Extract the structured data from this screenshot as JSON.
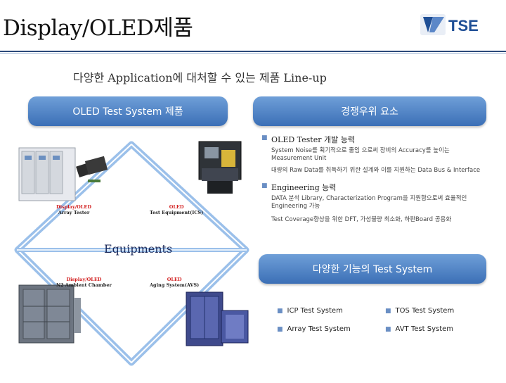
{
  "title": "Display/OLED제품",
  "logo": {
    "text": "TSE"
  },
  "subtitle": "다양한 Application에 대처할 수 있는 제품 Line-up",
  "left_panel": {
    "header": "OLED Test System 제품",
    "center_label": "Equipments",
    "equipment": [
      {
        "line1": "Display/OLED",
        "line2": "Array Tester"
      },
      {
        "line1": "OLED",
        "line2": "Test Equipment(ICS)"
      },
      {
        "line1": "Display/OLED",
        "line2": "N2 Ambient Chamber"
      },
      {
        "line1": "OLED",
        "line2": "Aging System(AVS)"
      }
    ]
  },
  "right_panel": {
    "header": "경쟁우위 요소",
    "items": [
      {
        "heading": "OLED Tester 개발 능력",
        "paras": [
          "System Noise를 획기적으로 줄임 으로써 장비의 Accuracy를 높이는 Measurement Unit",
          "대량의 Raw Data를 취득하기 위한 설계와 이를 지원하는 Data Bus & Interface"
        ]
      },
      {
        "heading": "Engineering 능력",
        "paras": [
          "DATA 분석 Library, Characterization Program을 지원함으로써 효율적인 Engineering 가능",
          "Test Coverage향상을 위한 DFT, 가성불량 최소화, 하판Board 공용화"
        ]
      }
    ]
  },
  "bottom_panel": {
    "header": "다양한 기능의 Test System",
    "bullets": [
      "ICP Test System",
      "TOS Test System",
      "Array Test System",
      "AVT Test System"
    ]
  },
  "colors": {
    "accent_blue": "#3b6fb6",
    "header_light": "#6f9fd8",
    "label_red": "#d21f1f",
    "logo_blue": "#1f4f96"
  },
  "icons": {
    "bullet": "square-bullet-icon"
  }
}
